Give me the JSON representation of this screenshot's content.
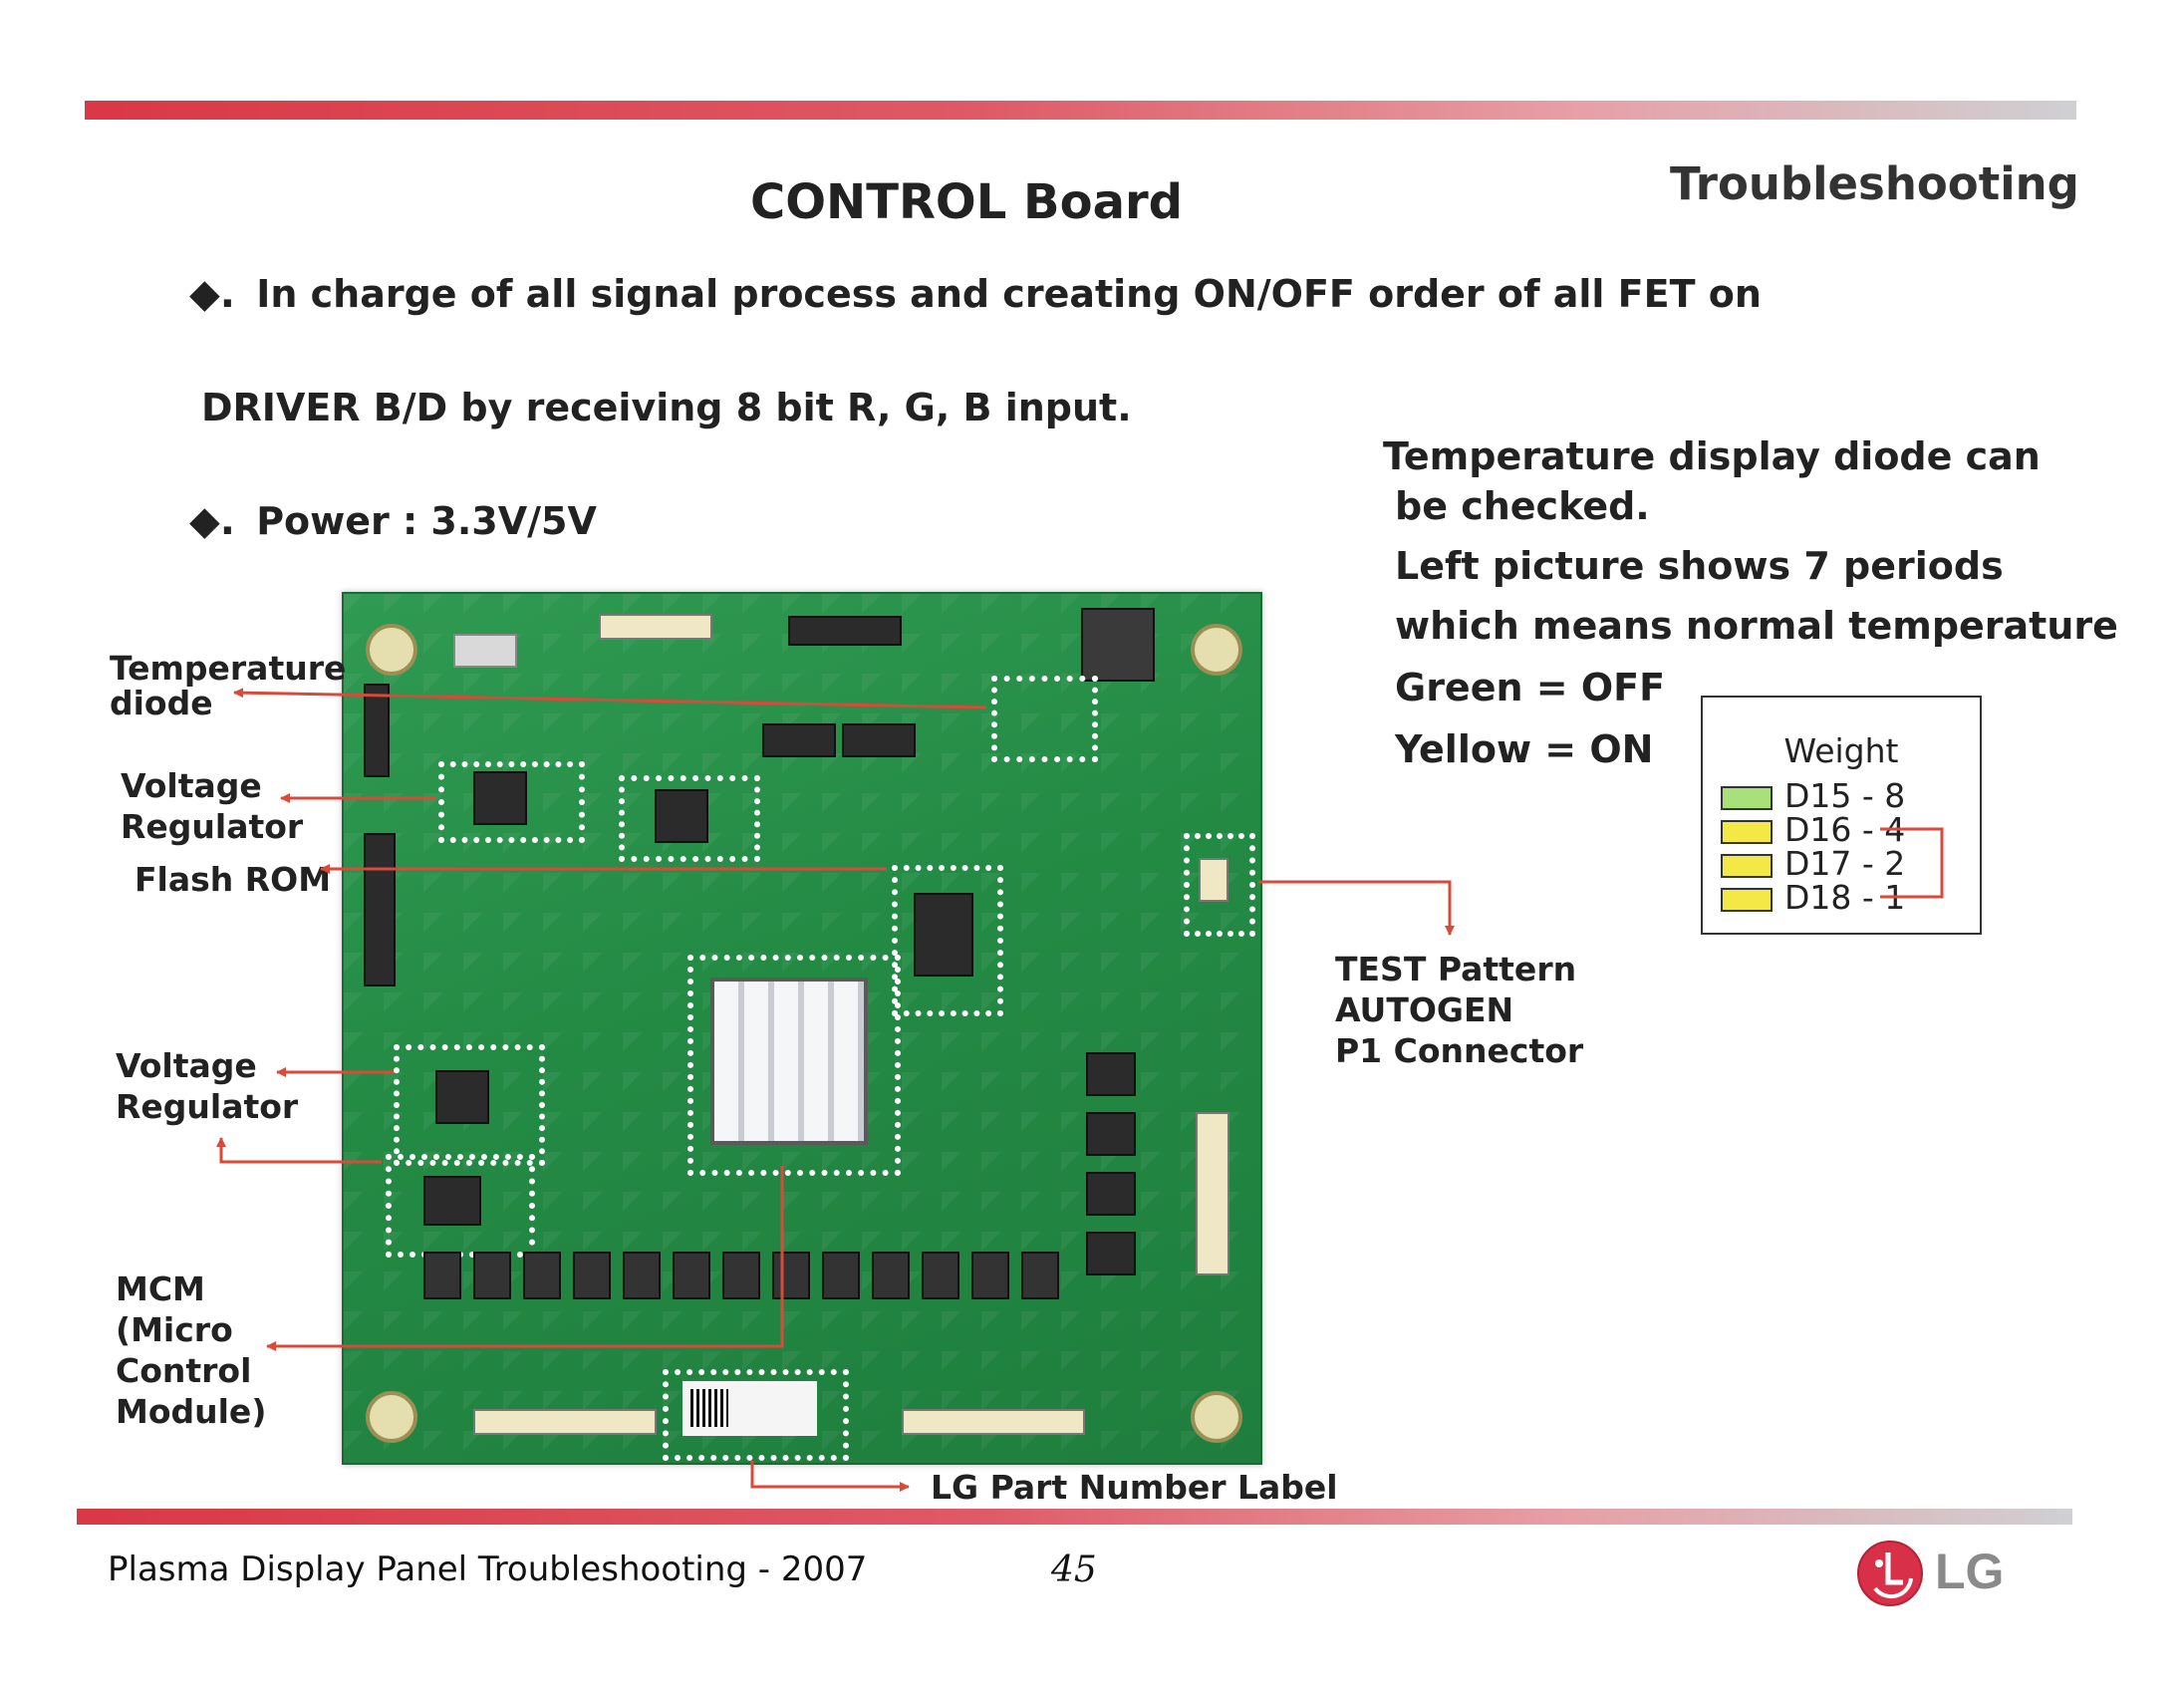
{
  "header": {
    "title": "CONTROL Board",
    "section": "Troubleshooting"
  },
  "bullets": {
    "line1": "In charge of all signal process and creating ON/OFF order of all FET on",
    "line2": "DRIVER B/D by receiving 8 bit R, G, B input.",
    "line3": "Power :  3.3V/5V",
    "marker": "◆."
  },
  "info": {
    "l1": "Temperature display diode can",
    "l2": "be checked.",
    "l3": "Left picture shows 7 periods",
    "l4": "which means normal temperature",
    "l5": "Green = OFF",
    "l6": "Yellow = ON"
  },
  "labels": {
    "temp_diode_1": "Temperature",
    "temp_diode_2": "diode",
    "volt_reg_a_1": "Voltage",
    "volt_reg_a_2": "Regulator",
    "flash_rom": "Flash ROM",
    "volt_reg_b_1": "Voltage",
    "volt_reg_b_2": "Regulator",
    "mcm_1": "MCM",
    "mcm_2": "(Micro",
    "mcm_3": "Control",
    "mcm_4": "Module)",
    "test_1": "TEST Pattern",
    "test_2": "AUTOGEN",
    "test_3": "P1 Connector",
    "part_label": "LG Part Number Label"
  },
  "weight": {
    "title": "Weight",
    "rows": [
      {
        "label": "D15 - 8",
        "color": "#a8e07a"
      },
      {
        "label": "D16 - 4",
        "color": "#f3e845"
      },
      {
        "label": "D17 - 2",
        "color": "#f3e845"
      },
      {
        "label": "D18 - 1",
        "color": "#f3e845"
      }
    ]
  },
  "footer": {
    "text": "Plasma Display Panel Troubleshooting  -  2007",
    "page": "45",
    "brand": "LG"
  },
  "colors": {
    "accent_red": "#d93845",
    "board_green": "#238a44",
    "arrow": "#d94a3a"
  }
}
